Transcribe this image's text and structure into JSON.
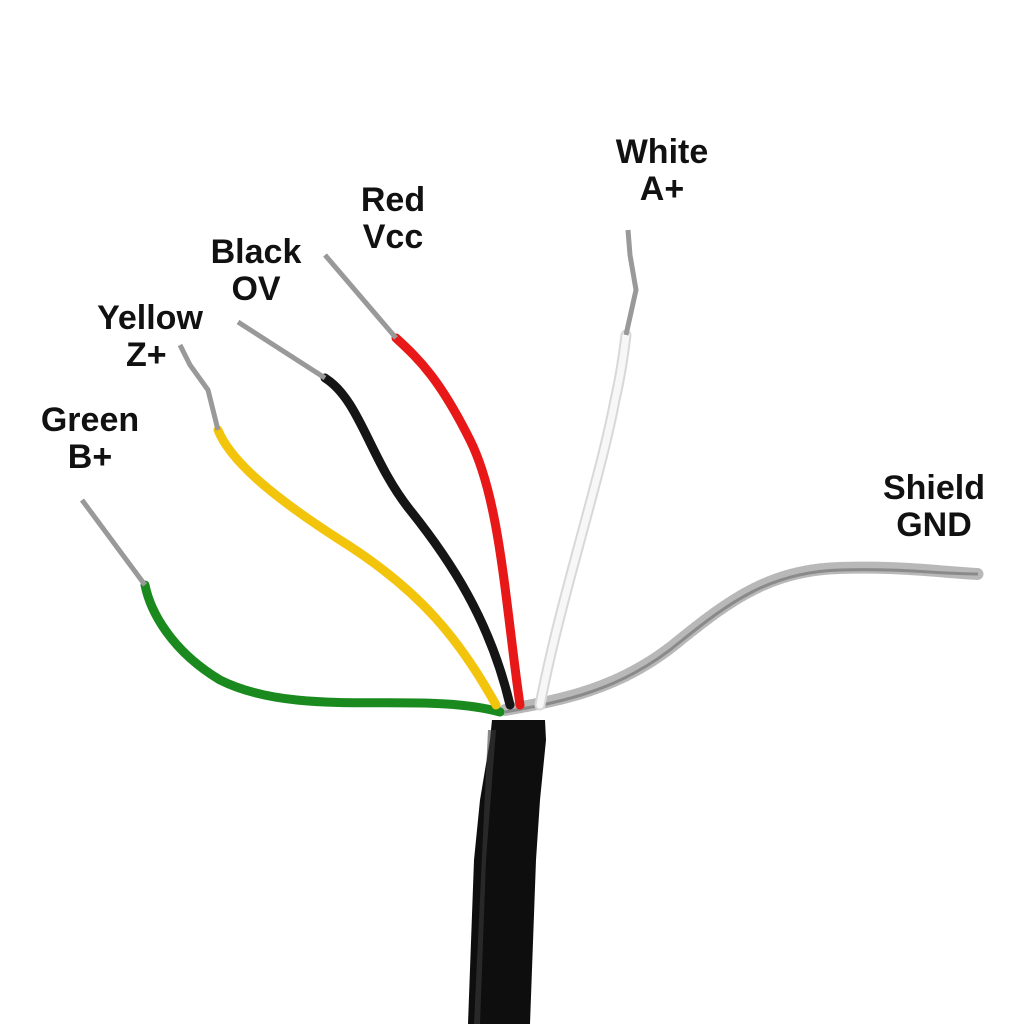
{
  "wires": [
    {
      "color_name": "Green",
      "signal": "B+",
      "hex": "#1a8a1e"
    },
    {
      "color_name": "Yellow",
      "signal": "Z+",
      "hex": "#f2c40c"
    },
    {
      "color_name": "Black",
      "signal": "OV",
      "hex": "#151515"
    },
    {
      "color_name": "Red",
      "signal": "Vcc",
      "hex": "#e81818"
    },
    {
      "color_name": "White",
      "signal": "A+",
      "hex": "#f4f4f4"
    },
    {
      "color_name": "Shield",
      "signal": "GND",
      "hex": "#b8b8b8"
    }
  ],
  "cable_color": "#0e0e0e"
}
